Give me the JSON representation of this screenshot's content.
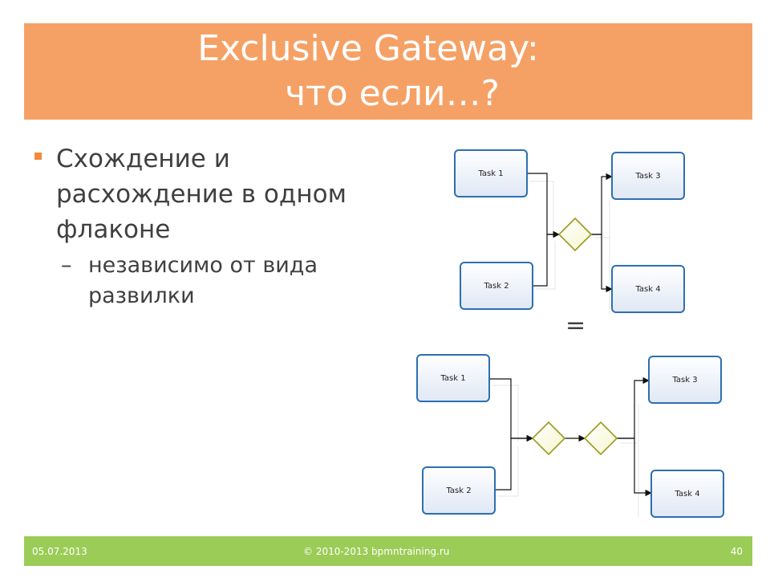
{
  "slide": {
    "title_line1": "Exclusive Gateway:",
    "title_line2": "что если…?",
    "bullet_main": "Схождение и расхождение в одном флаконе",
    "bullet_sub_dash": "–",
    "bullet_sub": "независимо от вида развилки",
    "equals": "="
  },
  "diagram_top": {
    "tasks": [
      "Task 1",
      "Task 2",
      "Task 3",
      "Task 4"
    ]
  },
  "diagram_bottom": {
    "tasks": [
      "Task 1",
      "Task 2",
      "Task 3",
      "Task 4"
    ]
  },
  "footer": {
    "date": "05.07.2013",
    "copyright": "© 2010-2013 bpmntraining.ru",
    "page": "40"
  },
  "colors": {
    "title_bg": "#f5a166",
    "footer_bg": "#9bcc57",
    "bullet_marker": "#f28c3b",
    "task_border": "#2d6fb0",
    "gateway_border": "#9a9a1e"
  }
}
